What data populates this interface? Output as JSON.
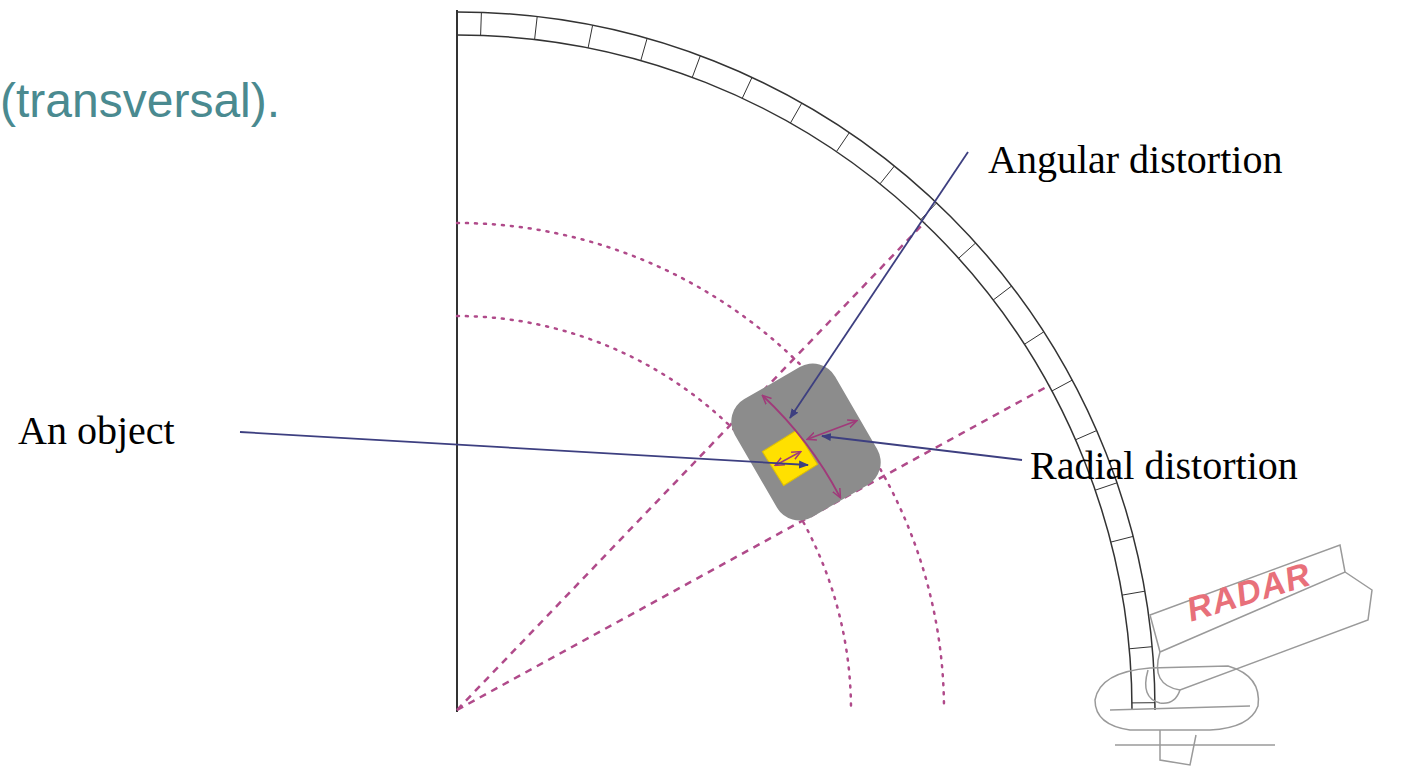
{
  "diagram": {
    "labels": [
      "(transversal).",
      "Angular distortion",
      "An object",
      "Radial distortion",
      "RADAR"
    ]
  }
}
